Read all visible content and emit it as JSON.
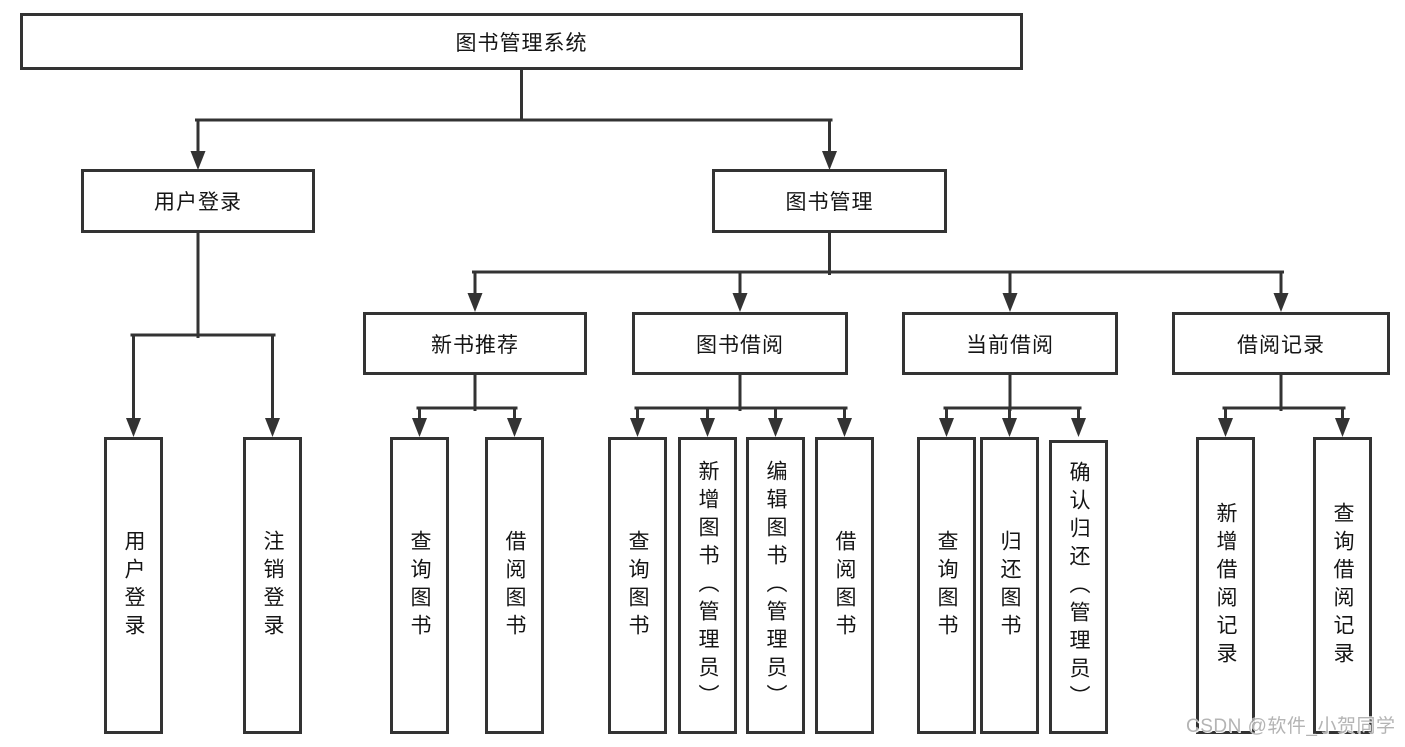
{
  "tree": {
    "root": {
      "label": "图书管理系统"
    },
    "level2": [
      {
        "label": "用户登录",
        "children": [
          {
            "label": "用户登录"
          },
          {
            "label": "注销登录"
          }
        ]
      },
      {
        "label": "图书管理",
        "groups": [
          {
            "label": "新书推荐",
            "children": [
              {
                "label": "查询图书"
              },
              {
                "label": "借阅图书"
              }
            ]
          },
          {
            "label": "图书借阅",
            "children": [
              {
                "label": "查询图书"
              },
              {
                "label": "新增图书（管理员）"
              },
              {
                "label": "编辑图书（管理员）"
              },
              {
                "label": "借阅图书"
              }
            ]
          },
          {
            "label": "当前借阅",
            "children": [
              {
                "label": "查询图书"
              },
              {
                "label": "归还图书"
              },
              {
                "label": "确认归还（管理员）"
              }
            ]
          },
          {
            "label": "借阅记录",
            "children": [
              {
                "label": "新增借阅记录"
              },
              {
                "label": "查询借阅记录"
              }
            ]
          }
        ]
      }
    ]
  },
  "watermark": "CSDN @软件_小贺同学",
  "colors": {
    "line": "#333333",
    "text": "#151515",
    "watermark": "#b4b4b4",
    "background": "#ffffff"
  }
}
